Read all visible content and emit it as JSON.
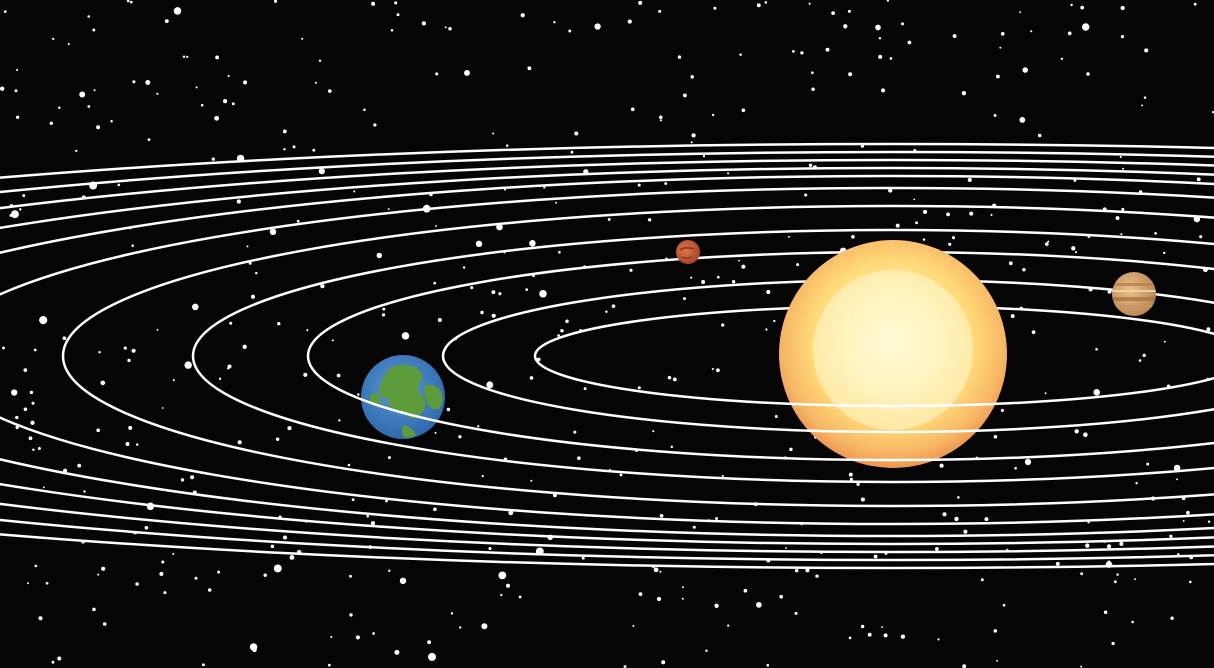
{
  "scene": {
    "description_free": true,
    "background_color": "#050505",
    "star_color": "#ffffff",
    "orbit_color": "#ffffff",
    "orbit_count": 11
  },
  "bodies": {
    "sun": {
      "name": "sun",
      "core_color": "#fff6c8",
      "mid_color": "#ffe07a",
      "edge_color": "#f29a55"
    },
    "earth": {
      "name": "earth",
      "ocean_color": "#3f7fc4",
      "land_color": "#5f9a3a"
    },
    "mars": {
      "name": "mars",
      "color": "#c65a32"
    },
    "jupiter": {
      "name": "jupiter",
      "color": "#d6a66e",
      "band_color": "#b8804a"
    }
  }
}
